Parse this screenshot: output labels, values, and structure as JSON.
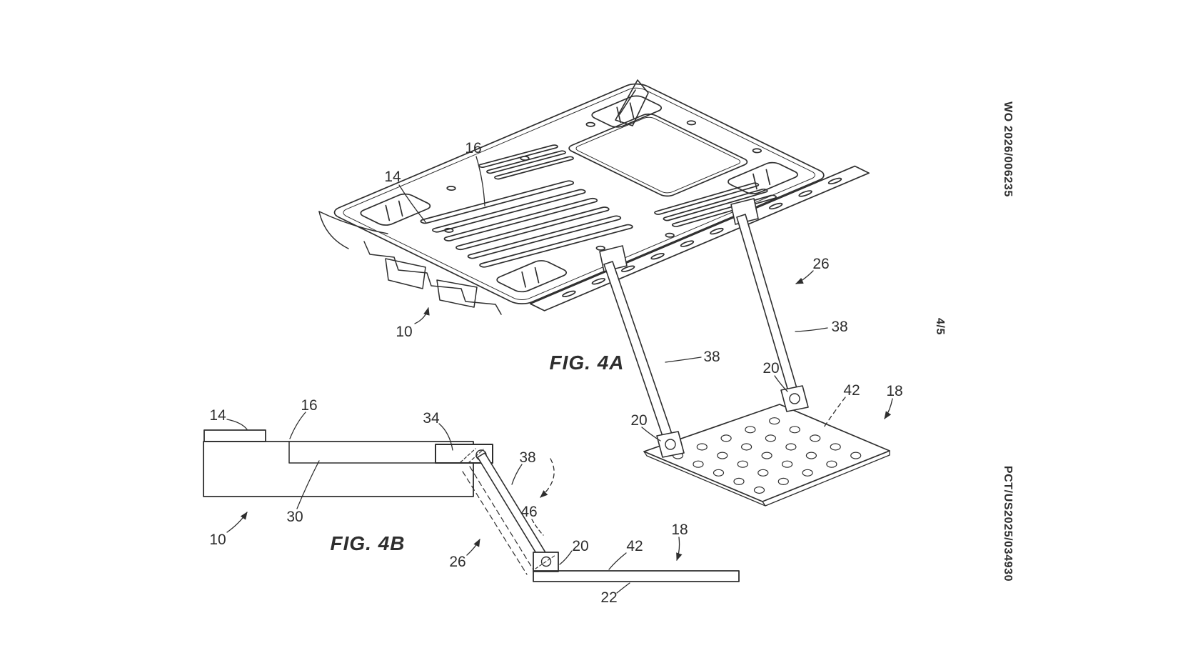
{
  "page": {
    "background": "#ffffff",
    "ink_color": "#2e2e2e"
  },
  "margin_text": {
    "publication_number": "WO 2026/006235",
    "sheet_indicator": "4/5",
    "application_number": "PCT/US2025/034930"
  },
  "fig4a": {
    "caption": "FIG. 4A",
    "labels": {
      "n14": "14",
      "n16": "16",
      "n10": "10",
      "n26": "26",
      "n38_left": "38",
      "n38_right": "38",
      "n20_left": "20",
      "n20_mid": "20",
      "n42": "42",
      "n18": "18"
    }
  },
  "fig4b": {
    "caption": "FIG. 4B",
    "labels": {
      "n14": "14",
      "n16": "16",
      "n34": "34",
      "n30": "30",
      "n10": "10",
      "n38": "38",
      "n46": "46",
      "n26": "26",
      "n20": "20",
      "n42": "42",
      "n18": "18",
      "n22": "22"
    }
  }
}
